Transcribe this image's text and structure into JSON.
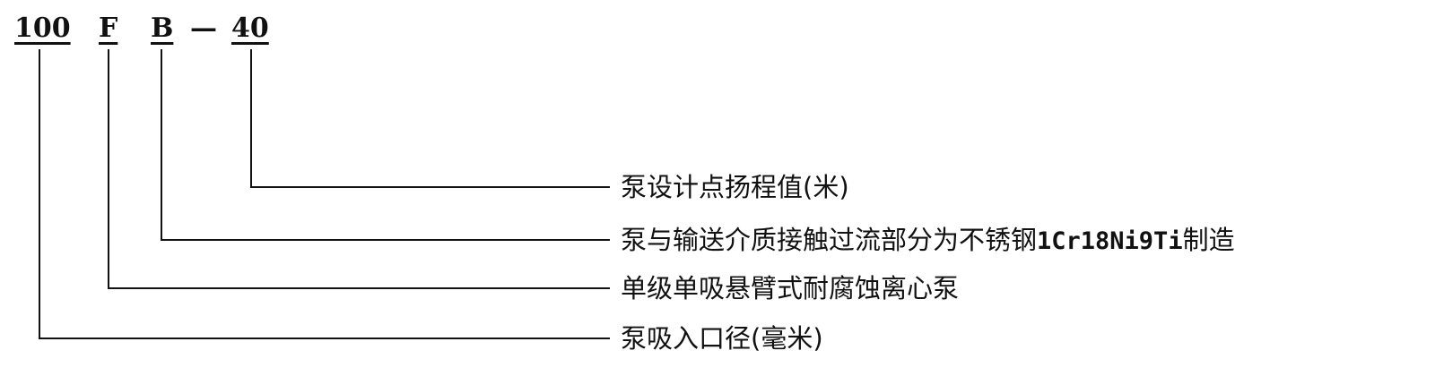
{
  "designation": {
    "inlet": "100",
    "material_code": "F",
    "structure_code": "B",
    "separator": "—",
    "head": "40"
  },
  "descriptions": {
    "head": "泵设计点扬程值(米)",
    "material_prefix": "泵与输送介质接触过流部分为不锈钢",
    "material_grade": "1Cr18Ni9Ti",
    "material_suffix": "制造",
    "pump_type": "单级单吸悬臂式耐腐蚀离心泵",
    "inlet": "泵吸入口径(毫米)"
  }
}
